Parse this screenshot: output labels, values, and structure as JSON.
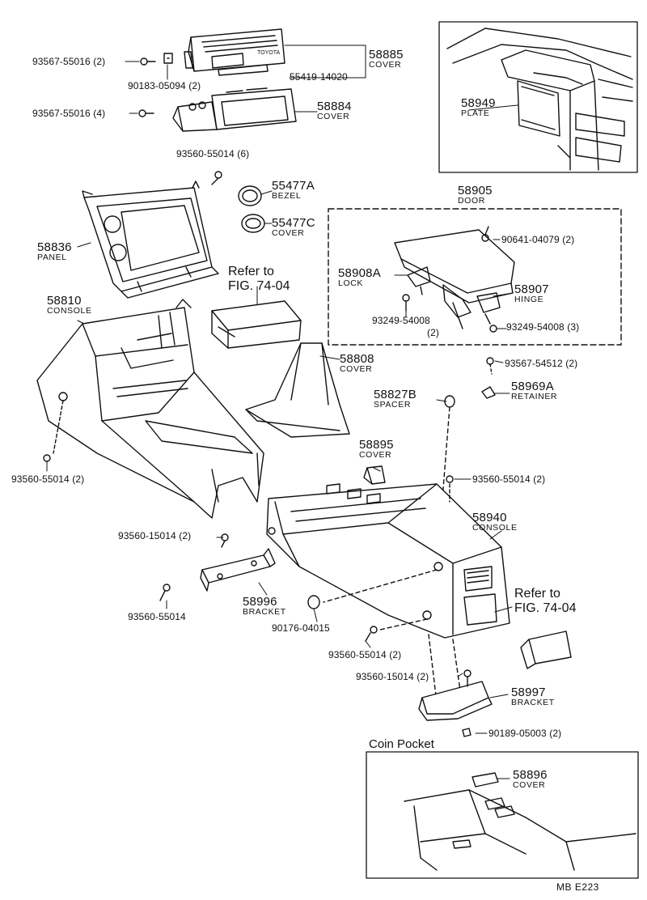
{
  "figure_code": "MB  E223",
  "coin_pocket_title": "Coin Pocket",
  "refer_a": {
    "line1": "Refer to",
    "line2": "FIG. 74-04"
  },
  "refer_b": {
    "line1": "Refer to",
    "line2": "FIG. 74-04"
  },
  "parts": {
    "p58885": {
      "number": "58885",
      "name": "COVER"
    },
    "p58884": {
      "number": "58884",
      "name": "COVER"
    },
    "p58949": {
      "number": "58949",
      "name": "PLATE"
    },
    "p55477a": {
      "number": "55477A",
      "name": "BEZEL"
    },
    "p55477c": {
      "number": "55477C",
      "name": "COVER"
    },
    "p58836": {
      "number": "58836",
      "name": "PANEL"
    },
    "p58905": {
      "number": "58905",
      "name": "DOOR"
    },
    "p58908a": {
      "number": "58908A",
      "name": "LOCK"
    },
    "p58907": {
      "number": "58907",
      "name": "HINGE"
    },
    "p58810": {
      "number": "58810",
      "name": "CONSOLE"
    },
    "p58808": {
      "number": "58808",
      "name": "COVER"
    },
    "p58827b": {
      "number": "58827B",
      "name": "SPACER"
    },
    "p58969a": {
      "number": "58969A",
      "name": "RETAINER"
    },
    "p58895": {
      "number": "58895",
      "name": "COVER"
    },
    "p58940": {
      "number": "58940",
      "name": "CONSOLE"
    },
    "p58996": {
      "number": "58996",
      "name": "BRACKET"
    },
    "p58997": {
      "number": "58997",
      "name": "BRACKET"
    },
    "p58896": {
      "number": "58896",
      "name": "COVER"
    }
  },
  "fasteners": {
    "f1": "93567-55016 (2)",
    "f2": "90183-05094 (2)",
    "f3": "55419-14020",
    "f4": "93567-55016 (4)",
    "f5": "93560-55014 (6)",
    "f6": "90641-04079 (2)",
    "f7": "93249-54008",
    "f7b": "(2)",
    "f8": "93249-54008 (3)",
    "f9": "93567-54512 (2)",
    "f10": "93560-55014 (2)",
    "f11": "93560-55014 (2)",
    "f12": "93560-15014 (2)",
    "f13": "93560-55014",
    "f14": "90176-04015",
    "f15": "93560-55014 (2)",
    "f16": "93560-15014 (2)",
    "f17": "90189-05003 (2)"
  },
  "logo_text": "TOYOTA"
}
